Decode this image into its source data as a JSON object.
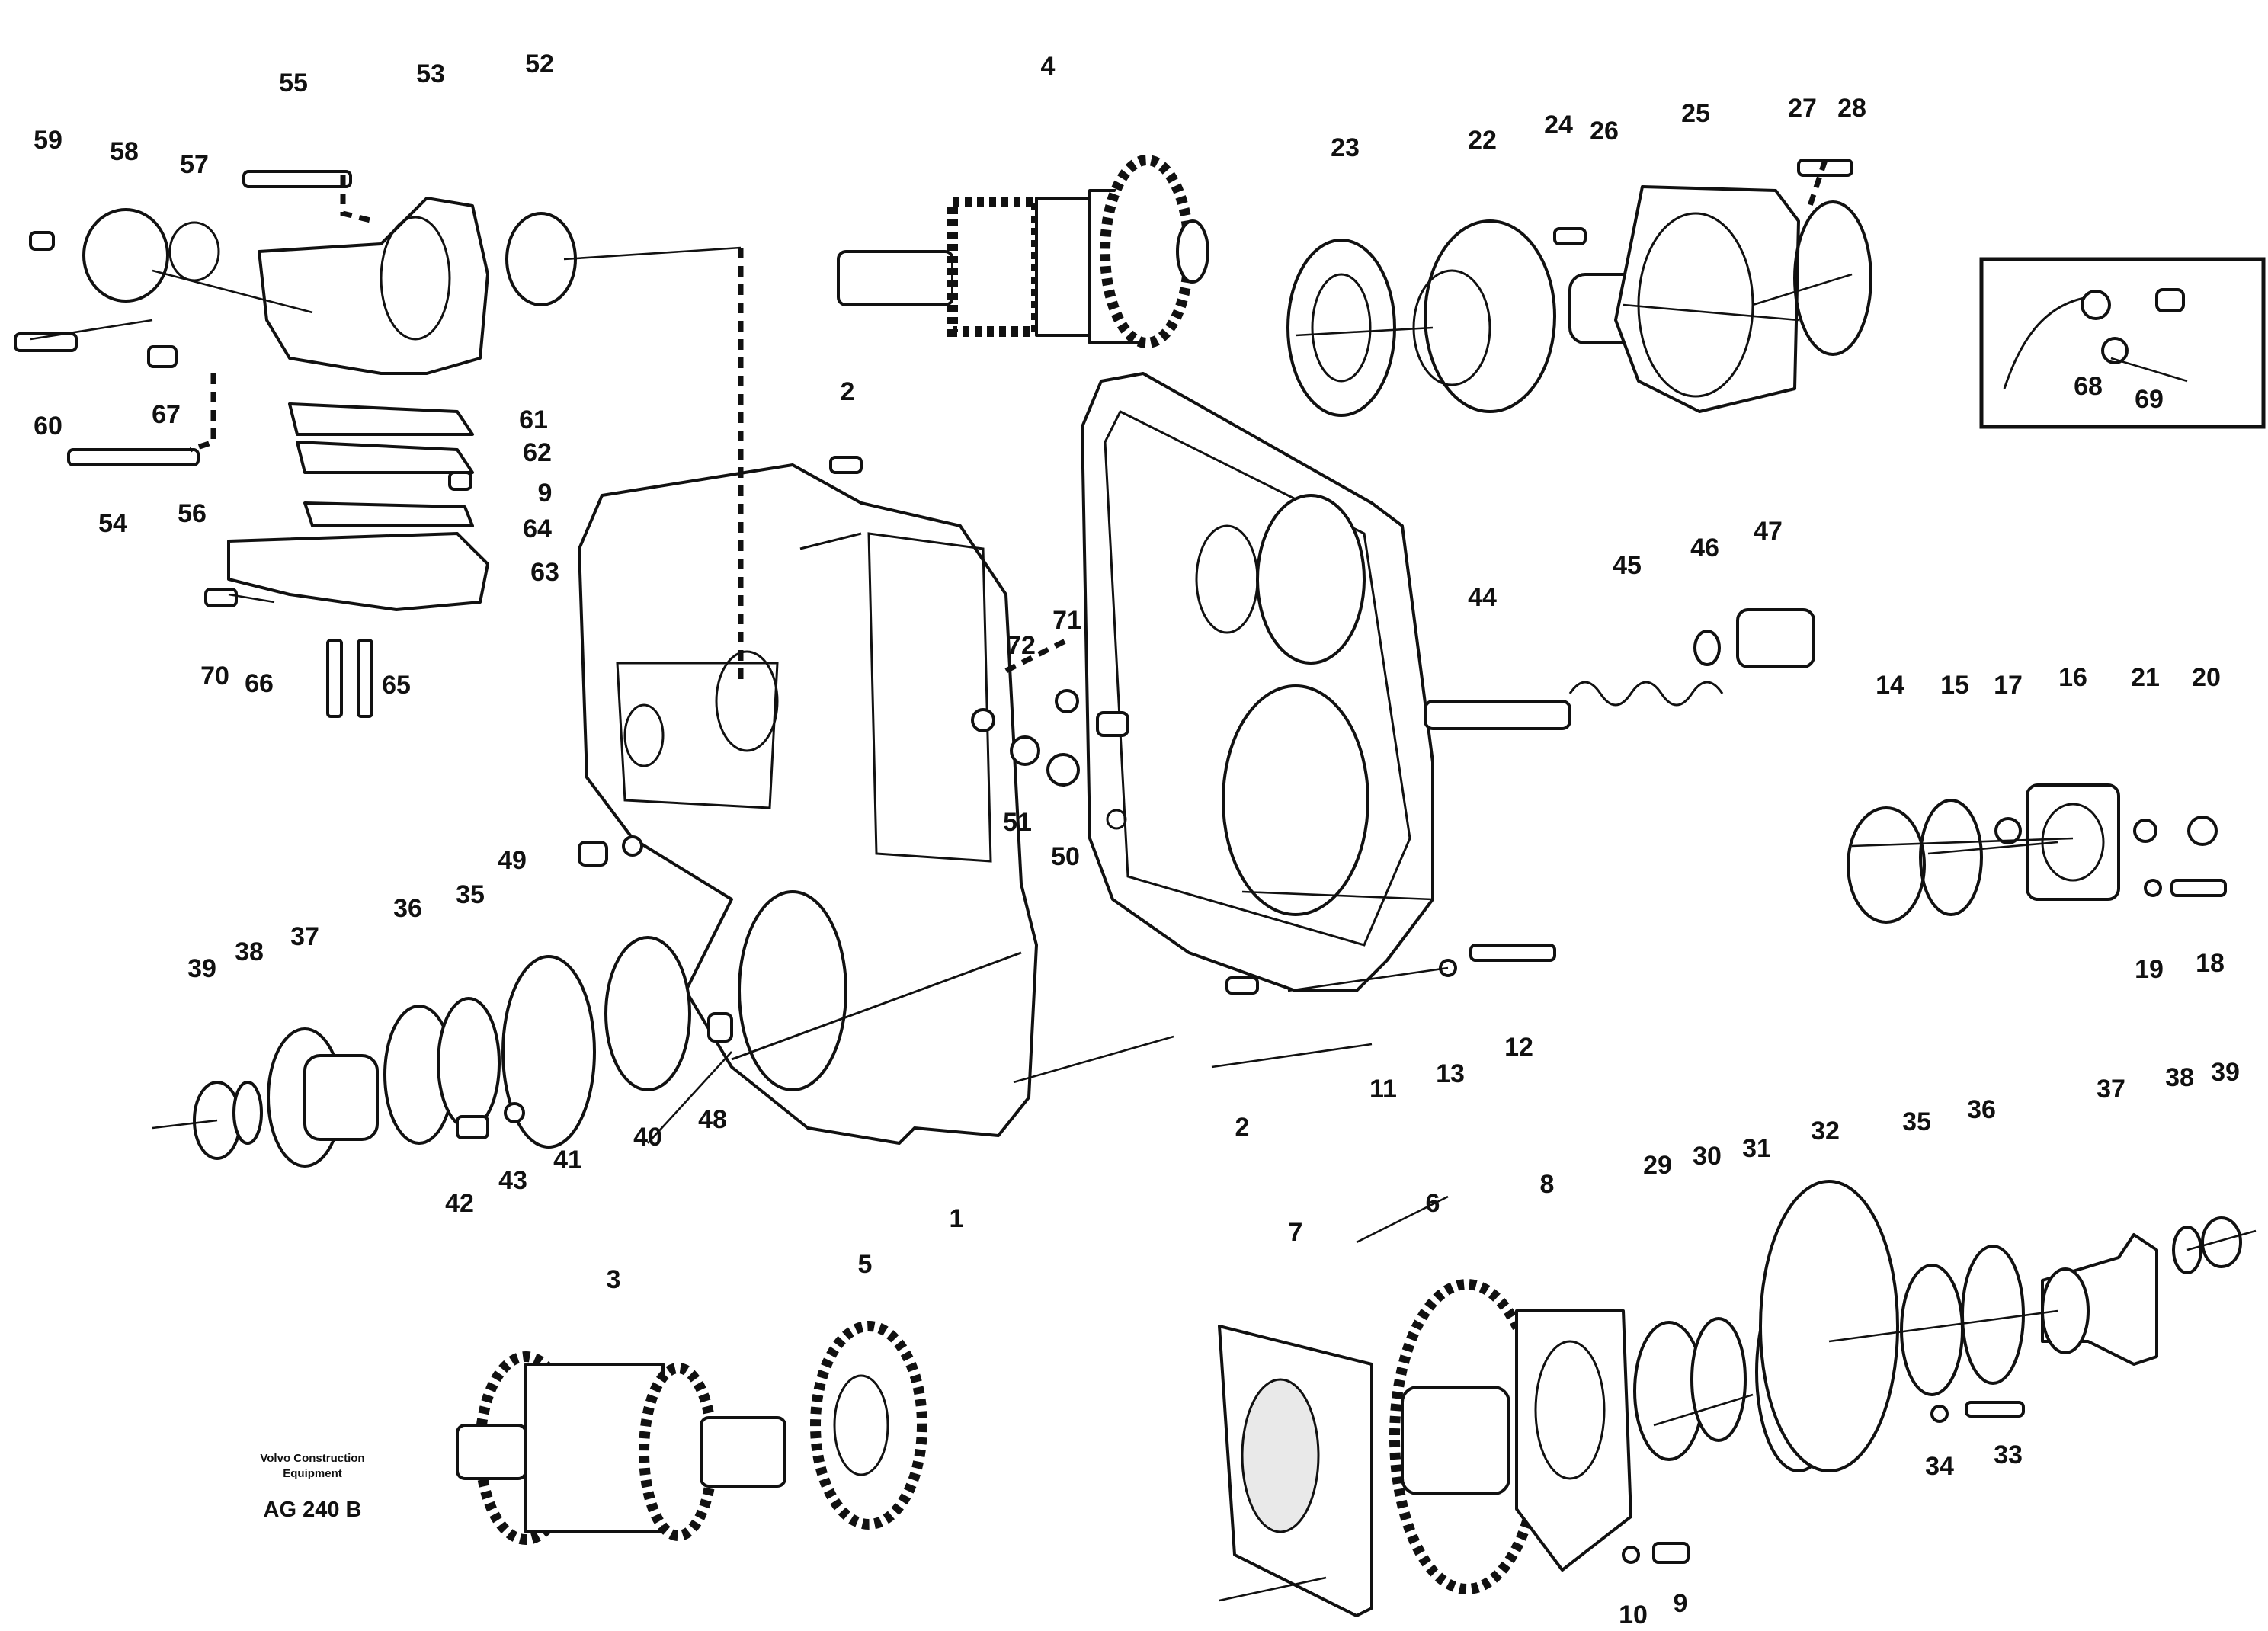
{
  "diagram": {
    "callouts": {
      "c1": "1",
      "c2a": "2",
      "c2b": "2",
      "c3": "3",
      "c4": "4",
      "c5": "5",
      "c6": "6",
      "c7": "7",
      "c8": "8",
      "c9a": "9",
      "c9b": "9",
      "c10": "10",
      "c11": "11",
      "c12": "12",
      "c13": "13",
      "c14": "14",
      "c15": "15",
      "c16": "16",
      "c17": "17",
      "c18": "18",
      "c19": "19",
      "c20": "20",
      "c21": "21",
      "c22": "22",
      "c23": "23",
      "c24": "24",
      "c25": "25",
      "c26": "26",
      "c27": "27",
      "c28": "28",
      "c29": "29",
      "c30": "30",
      "c31": "31",
      "c32": "32",
      "c33": "33",
      "c34": "34",
      "c35a": "35",
      "c35b": "35",
      "c36a": "36",
      "c36b": "36",
      "c37a": "37",
      "c37b": "37",
      "c38a": "38",
      "c38b": "38",
      "c39a": "39",
      "c39b": "39",
      "c40": "40",
      "c41": "41",
      "c42": "42",
      "c43": "43",
      "c44": "44",
      "c45": "45",
      "c46": "46",
      "c47": "47",
      "c48": "48",
      "c49": "49",
      "c50": "50",
      "c51": "51",
      "c52": "52",
      "c53": "53",
      "c54": "54",
      "c55": "55",
      "c56": "56",
      "c57": "57",
      "c58": "58",
      "c59": "59",
      "c60": "60",
      "c61": "61",
      "c62": "62",
      "c63": "63",
      "c64": "64",
      "c65": "65",
      "c66": "66",
      "c67": "67",
      "c68": "68",
      "c69": "69",
      "c70": "70",
      "c71": "71",
      "c72": "72"
    },
    "caption": {
      "line1": "Volvo Construction",
      "line2": "Equipment",
      "code": "AG 240 B"
    }
  }
}
